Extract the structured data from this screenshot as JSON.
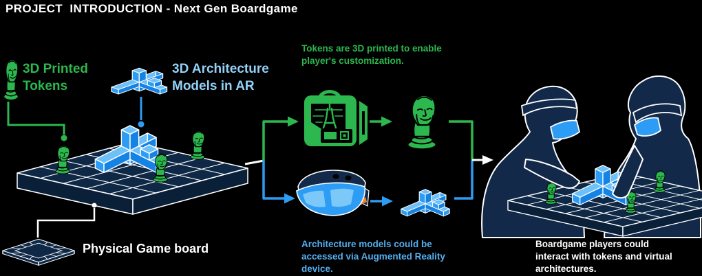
{
  "title": "PROJECT  INTRODUCTION - Next Gen Boardgame",
  "left": {
    "tokens_label": "3D Printed\nTokens",
    "ar_label": "3D Architecture\nModels in AR",
    "board_label": "Physical Game board"
  },
  "middle": {
    "print_caption": "Tokens are 3D printed to enable\nplayer's customization.",
    "ar_caption": "Architecture models could be\naccessed via Augmented Reality\ndevice."
  },
  "right": {
    "caption": "Boardgame players could\ninteract with tokens and virtual\narchitectures."
  },
  "icons": {
    "token": "token-bust-icon",
    "architecture_model": "iso-blocks-icon",
    "printer": "printer-3d-icon",
    "headset": "ar-headset-icon",
    "board": "game-board-icon",
    "players": "players-icon"
  },
  "colors": {
    "background": "#000000",
    "green": "#2CB84E",
    "blue": "#2D9CF4",
    "blue_light": "#6EC1F8",
    "blue_dark": "#1583E4",
    "label_light_blue": "#92D1F8",
    "caption_blue": "#54AFEF",
    "navy": "#0E2846",
    "navy_dark": "#0A1F38",
    "orange": "#F58220",
    "white": "#FFFFFF"
  }
}
